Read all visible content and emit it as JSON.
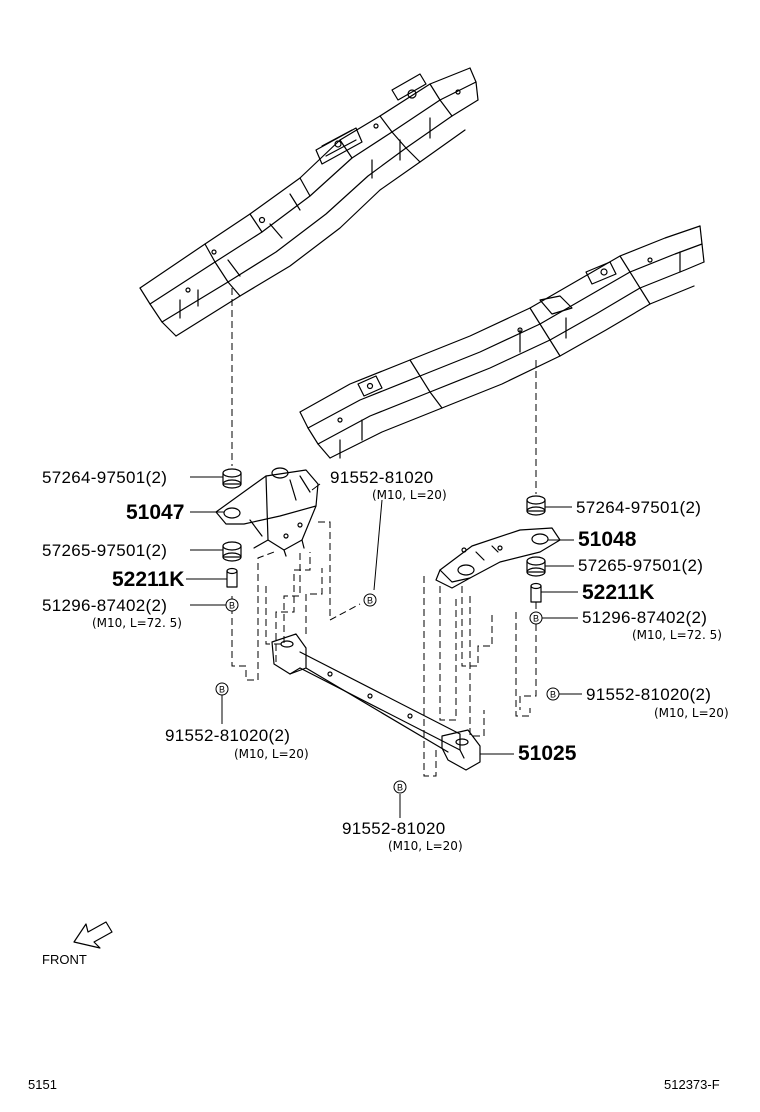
{
  "labels": {
    "p57264_left": "57264-97501(2)",
    "p51047": "51047",
    "p57265_left": "57265-97501(2)",
    "p52211_left": "52211K",
    "p51296_left": "51296-87402(2)",
    "p51296_left_spec": "(M10, L=72. 5)",
    "p91552_top": "91552-81020",
    "p91552_top_spec": "(M10, L=20)",
    "p91552_left": "91552-81020(2)",
    "p91552_left_spec": "(M10, L=20)",
    "p57264_right": "57264-97501(2)",
    "p51048": "51048",
    "p57265_right": "57265-97501(2)",
    "p52211_right": "52211K",
    "p51296_right": "51296-87402(2)",
    "p51296_right_spec": "(M10, L=72. 5)",
    "p91552_right": "91552-81020(2)",
    "p91552_right_spec": "(M10, L=20)",
    "p51025": "51025",
    "p91552_bottom": "91552-81020",
    "p91552_bottom_spec": "(M10, L=20)"
  },
  "bolt_marker": "B",
  "front_label": "FRONT",
  "footer": {
    "left": "5151",
    "right": "512373-F"
  }
}
